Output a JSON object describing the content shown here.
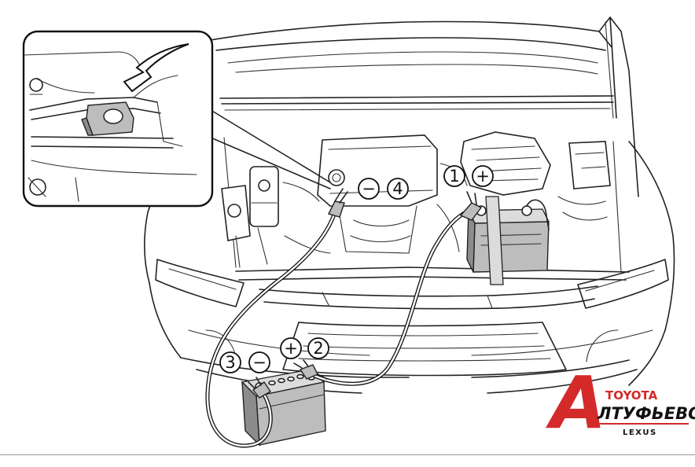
{
  "callouts": {
    "c1": {
      "number": "1",
      "polarity": "+"
    },
    "c2": {
      "number": "2",
      "polarity": "+"
    },
    "c3": {
      "number": "3",
      "polarity": "−"
    },
    "c4": {
      "number": "4",
      "polarity": "−"
    }
  },
  "logo": {
    "mark": "A",
    "brand": "TOYOTA",
    "dealer": "ЛТУФЬЕВО",
    "sub_brand": "LEXUS",
    "accent_color": "#d42a2a"
  },
  "colors": {
    "line": "#222222",
    "battery": "#bdbdbd",
    "background": "#ffffff"
  }
}
